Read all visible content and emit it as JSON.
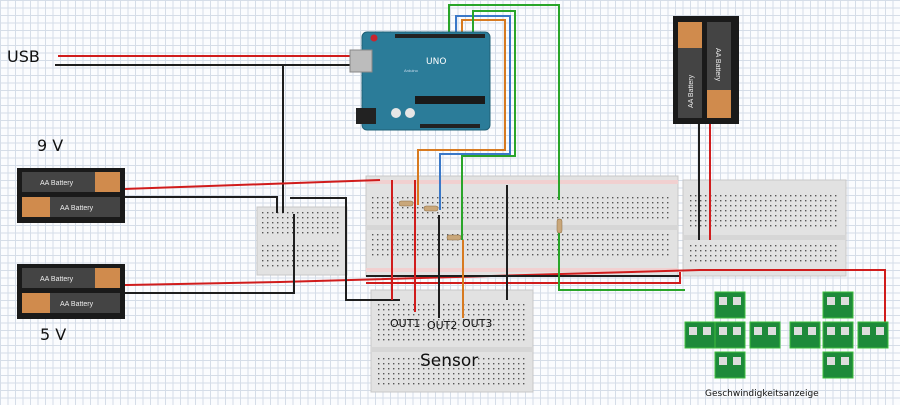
{
  "labels": {
    "usb": "USB",
    "battery_9v": "9 V",
    "battery_5v": "5 V",
    "out1": "OUT1",
    "out2": "OUT2",
    "out3": "OUT3",
    "sensor": "Sensor",
    "speed_display": "Geschwindigkeitsanzeige"
  },
  "components": {
    "arduino": {
      "name": "Arduino UNO",
      "logo_text": "UNO",
      "brand_text": "Arduino"
    },
    "battery_label": "AA Battery"
  },
  "colors": {
    "wire_red": "#d01c1c",
    "wire_black": "#1e1e1e",
    "wire_green": "#2aa52a",
    "wire_orange": "#d77a20",
    "wire_blue": "#3a78c8",
    "arduino_blue": "#2b7c99",
    "breadboard": "#e4e4e4",
    "led_board": "#1d8a3a"
  }
}
